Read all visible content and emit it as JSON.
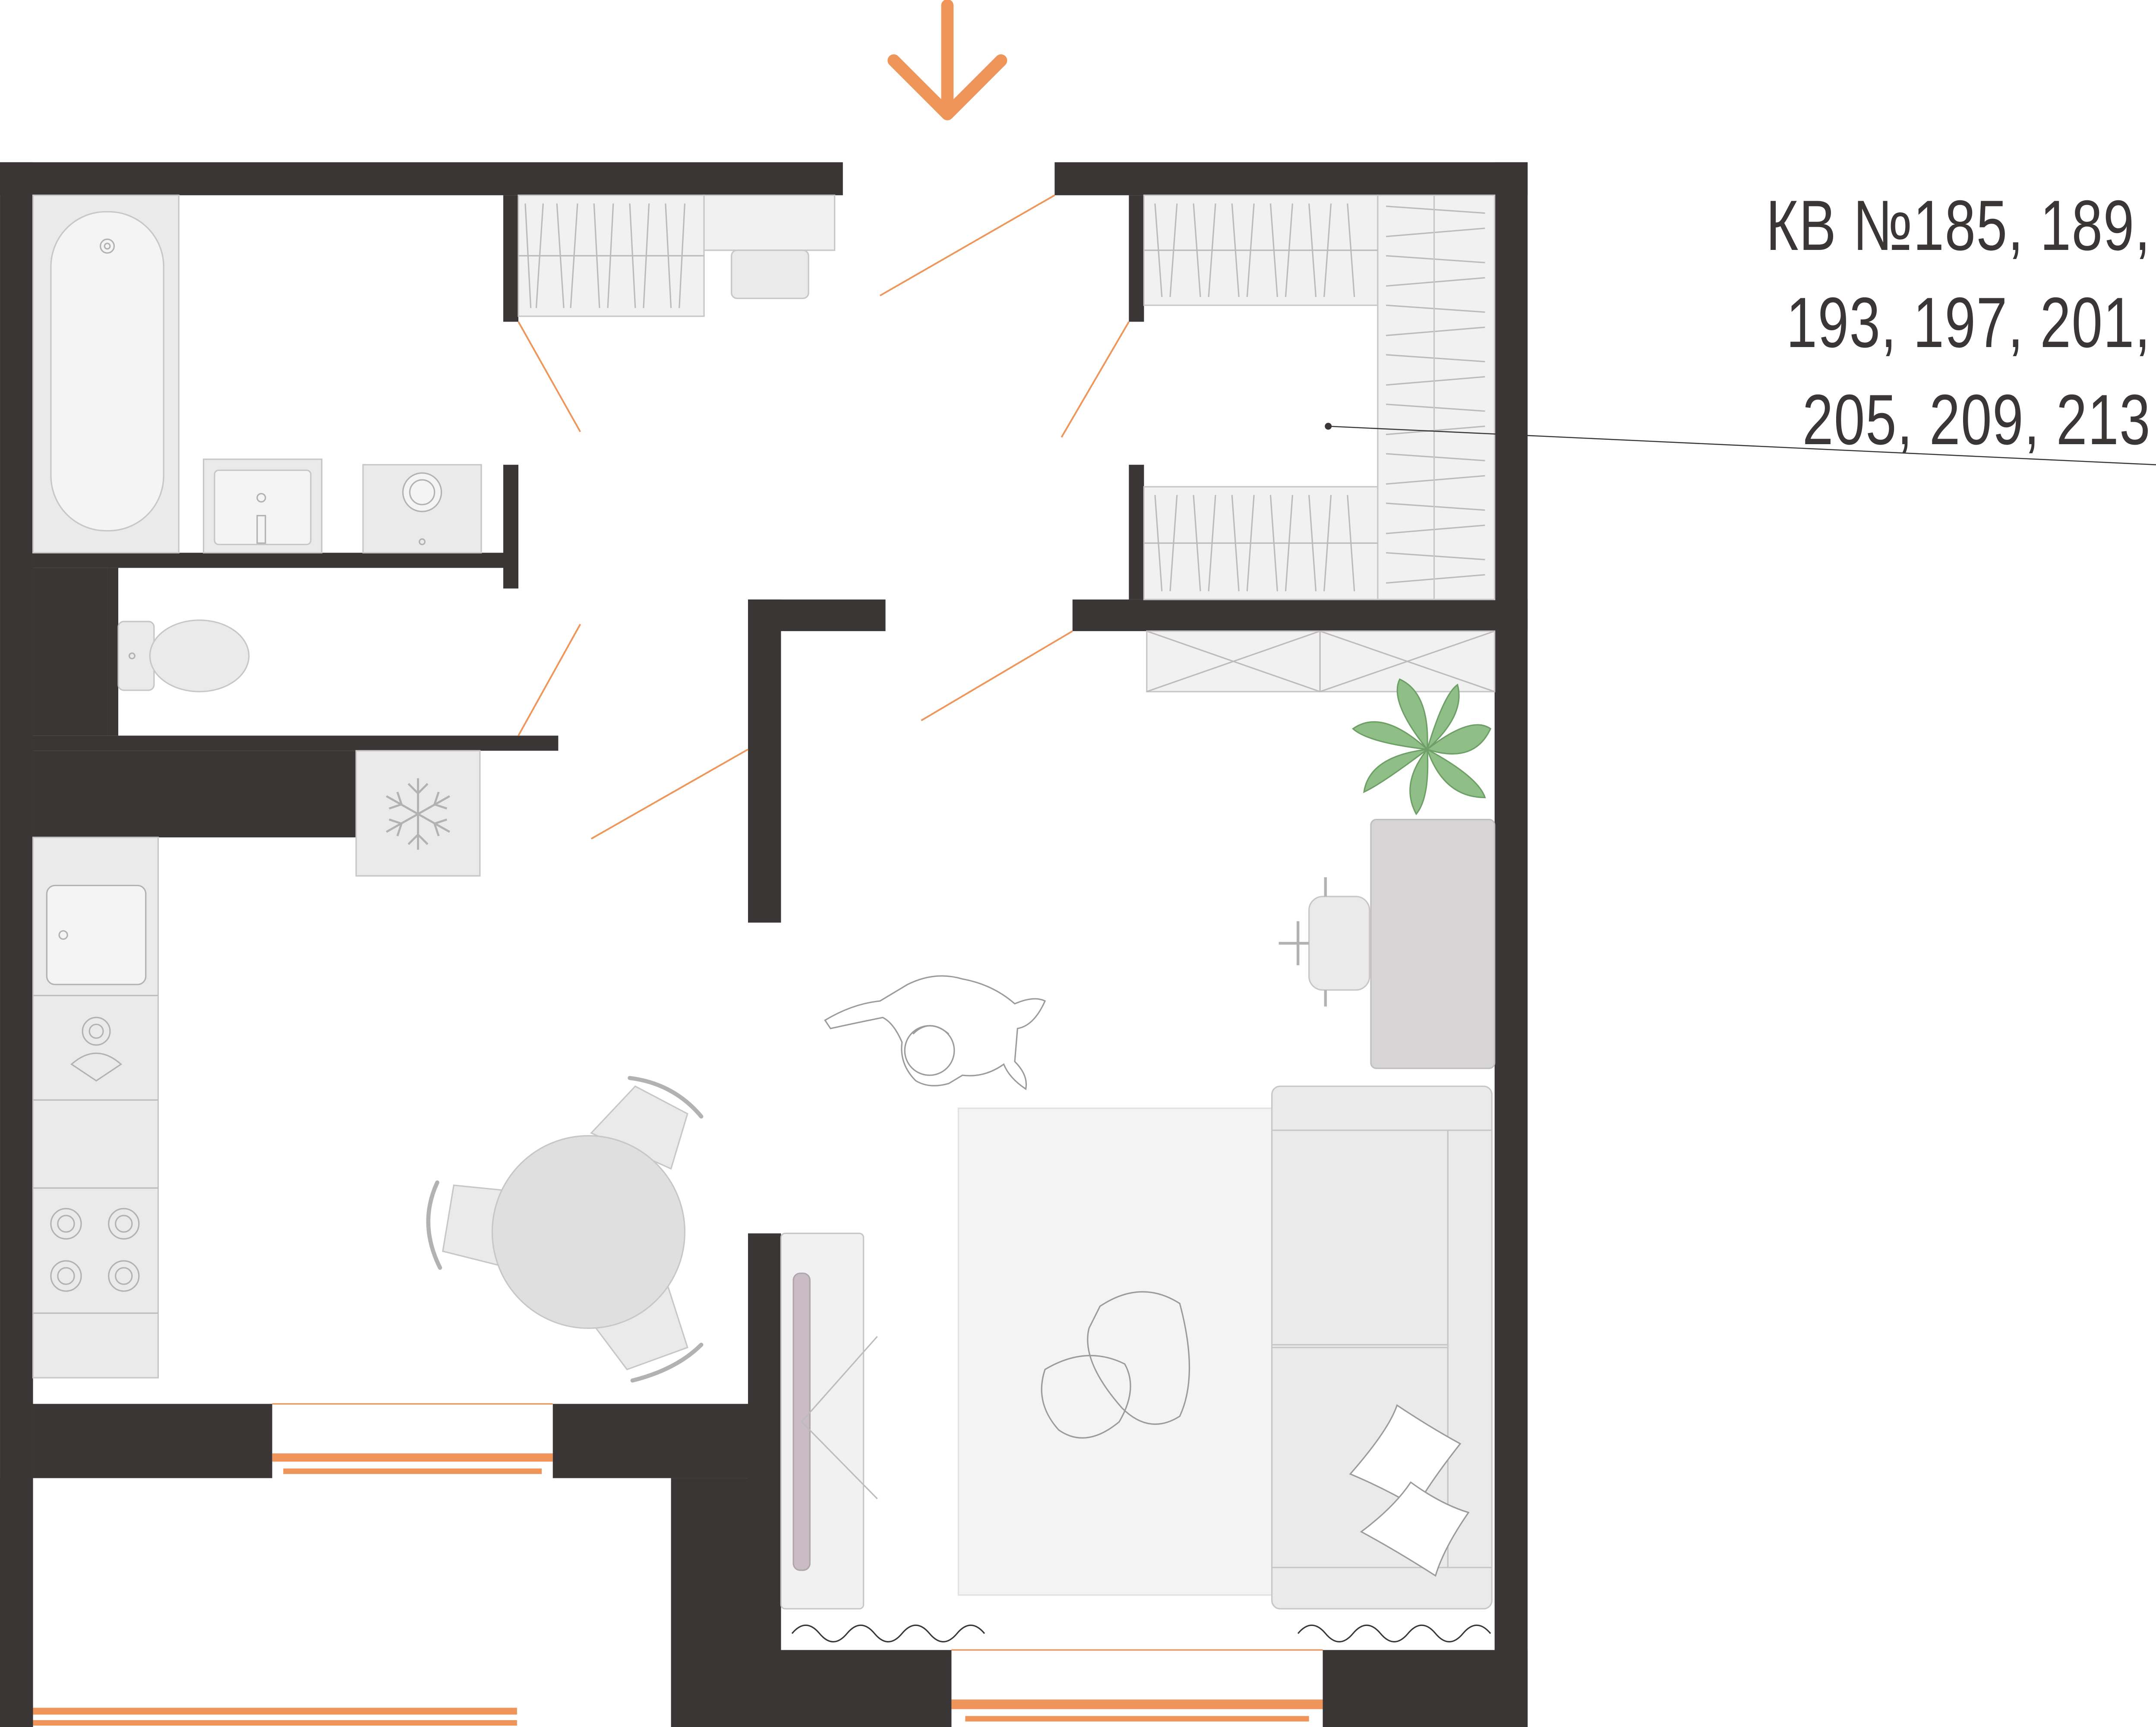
{
  "apartment_label": {
    "lines": [
      "КВ №185, 189,",
      "193,  197, 201,",
      "205, 209, 213"
    ]
  },
  "colors": {
    "wall": "#3a3636",
    "accent": "#f0955a",
    "furniture_fill": "#ebeaea",
    "furniture_stroke": "#c8c6c6",
    "plant": "#8fbf86",
    "rug": "#f3f3f3"
  },
  "icons": {
    "entrance": "arrow-down-icon",
    "freezer": "snowflake-icon",
    "plant": "plant-icon",
    "person": "person-icon"
  }
}
